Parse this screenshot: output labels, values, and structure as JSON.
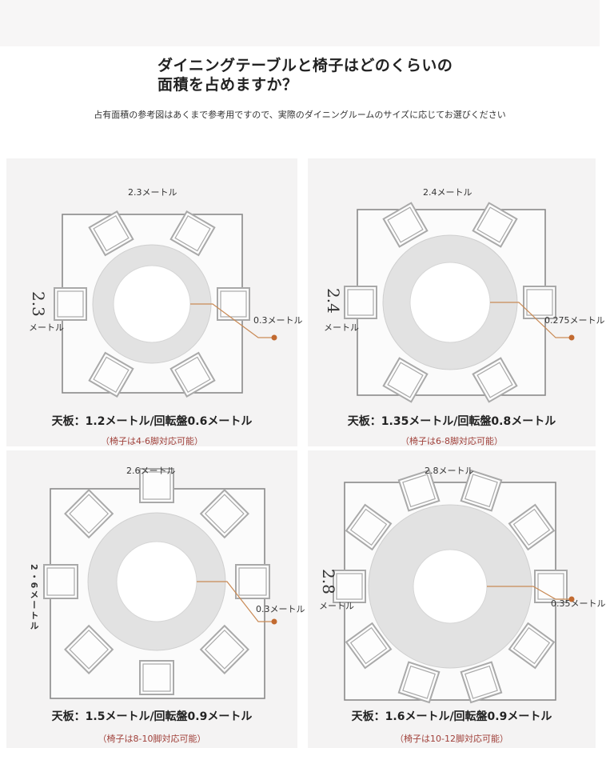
{
  "header": {
    "title_line1": "ダイニングテーブルと椅子はどのくらいの",
    "title_line2": "面積を占めますか？",
    "subtitle": "占有面積の参考図はあくまで参考用ですので、実際のダイニングルームのサイズに応じてお選びください"
  },
  "panels": [
    {
      "top_dim": "2.3メートル",
      "side_num": "2.3",
      "side_unit": "メートル",
      "measure": "0.3メートル",
      "spec": "天板：1.2メートル/回転盤0.6メートル",
      "note": "（椅子は4-6脚対応可能）"
    },
    {
      "top_dim": "2.4メートル",
      "side_num": "2.4",
      "side_unit": "メートル",
      "measure": "0.275メートル",
      "spec": "天板：1.35メートル/回転盤0.8メートル",
      "note": "（椅子は6-8脚対応可能）"
    },
    {
      "top_dim": "2.6メートル",
      "side_num": "",
      "side_unit": "2・6メートル",
      "measure": "0.3メートル",
      "spec": "天板：1.5メートル/回転盤0.9メートル",
      "note": "（椅子は8-10脚対応可能）"
    },
    {
      "top_dim": "2.8メートル",
      "side_num": "2.8",
      "side_unit": "メートル",
      "measure": "0.35メートル",
      "spec": "天板：1.6メートル/回転盤0.9メートル",
      "note": "（椅子は10-12脚対応可能）"
    }
  ],
  "colors": {
    "panel_bg": "#f4f3f3",
    "outline": "#8a8a8a",
    "chair": "#a9a9a9",
    "turntable_ring": "#e2e2e2",
    "measure_line": "#c98a55",
    "note_red": "#a0403a"
  }
}
